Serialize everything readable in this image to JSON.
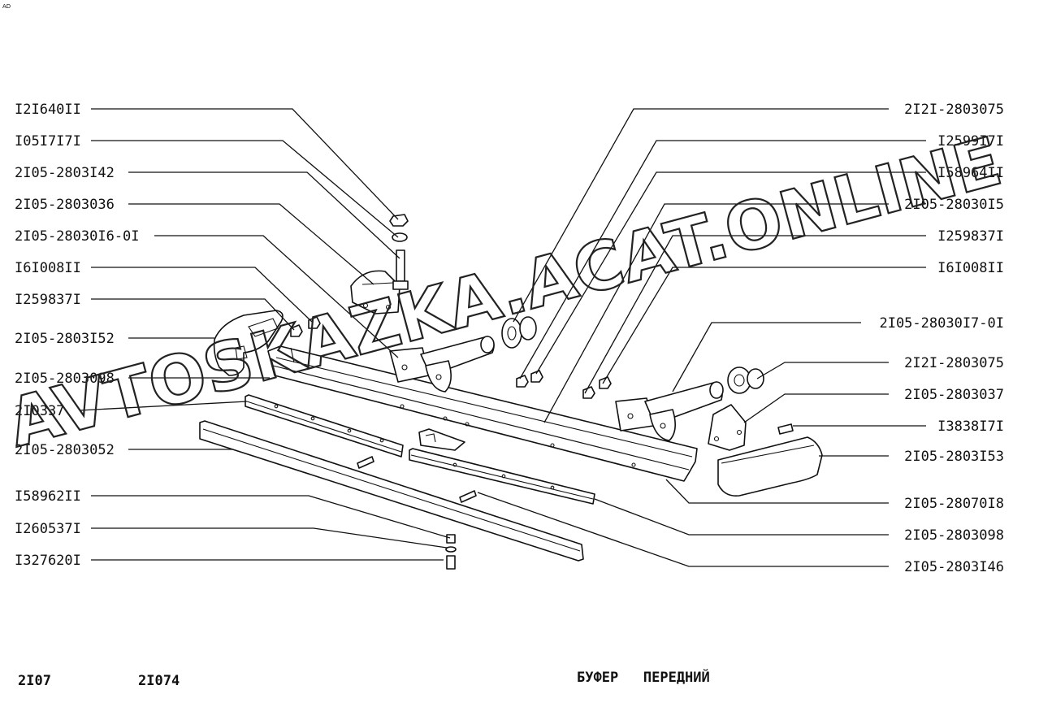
{
  "corner_mark": "AD",
  "labels_left": [
    "I2I640II",
    "I05I7I7I",
    "2I05-2803I42",
    "2I05-2803036",
    "2I05-28030I6-0I",
    "I6I008II",
    "I259837I",
    "2I05-2803I52",
    "2I05-2803098",
    "2I0337",
    "2I05-2803052",
    "I58962II",
    "I260537I",
    "I327620I"
  ],
  "labels_right": [
    "2I2I-2803075",
    "I2599I7I",
    "I58964II",
    "2I05-28030I5",
    "I259837I",
    "I6I008II",
    "2I05-28030I7-0I",
    "2I2I-2803075",
    "2I05-2803037",
    "I3838I7I",
    "2I05-2803I53",
    "2I05-28070I8",
    "2I05-2803098",
    "2I05-2803I46"
  ],
  "footer": {
    "model_1": "2I07",
    "model_2": "2I074",
    "title": "БУФЕР   ПЕРЕДНИЙ"
  },
  "watermark": "AVTOSKAZKA.ACAT.ONLINE"
}
